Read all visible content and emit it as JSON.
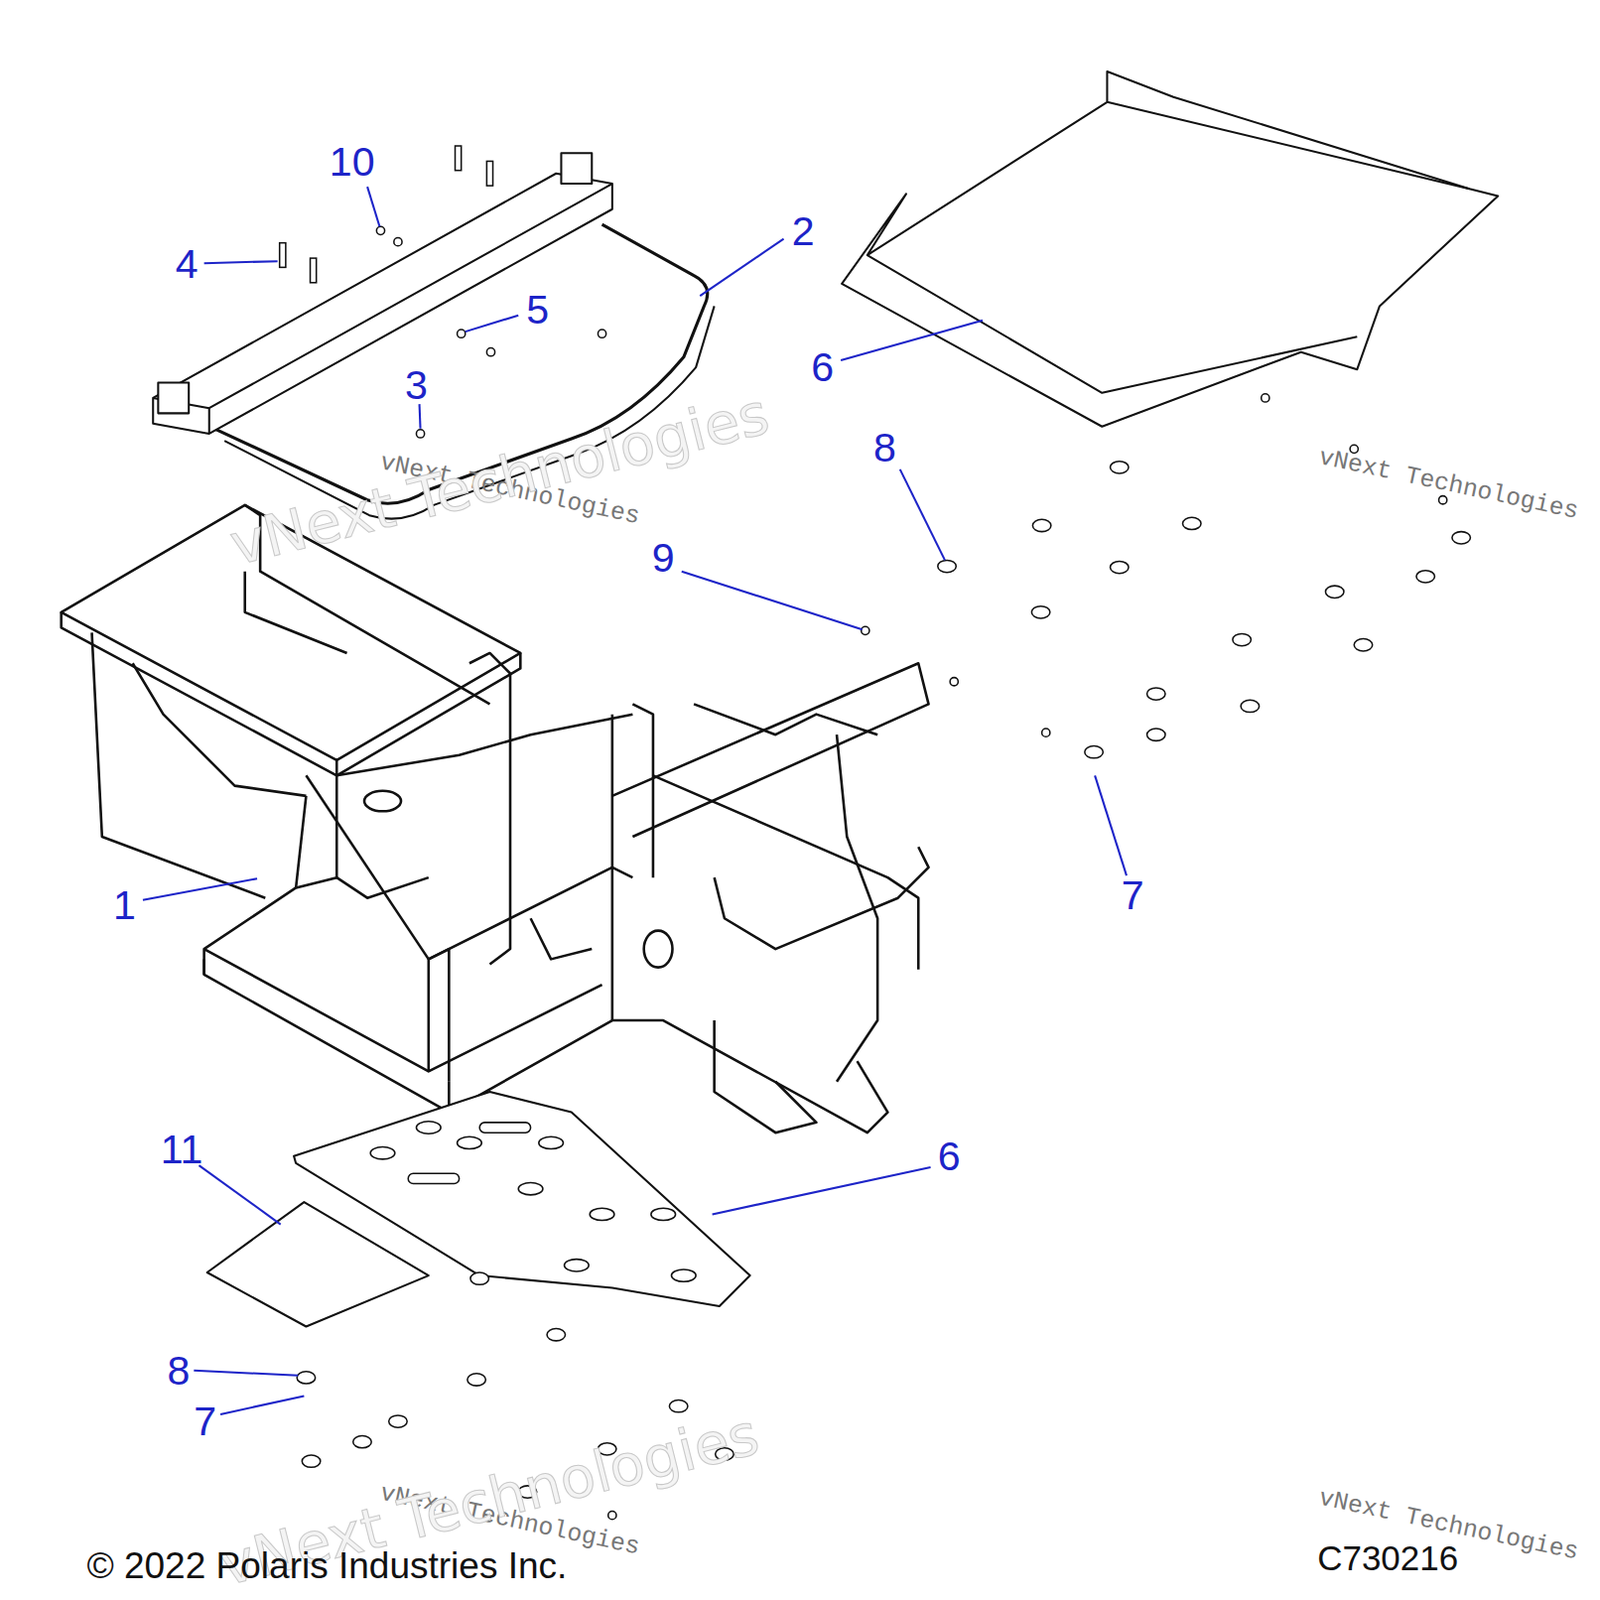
{
  "diagram": {
    "labels": [
      "10",
      "4",
      "2",
      "5",
      "3",
      "6",
      "8",
      "9",
      "1",
      "7",
      "6",
      "11",
      "8",
      "7",
      "vNext Technologies",
      "vNext Technologies",
      "vNext Technologies",
      "vNext Technologies",
      "vNext Technologies",
      "vNext Technologies",
      "© 2022 Polaris Industries Inc.",
      "C730216"
    ]
  }
}
